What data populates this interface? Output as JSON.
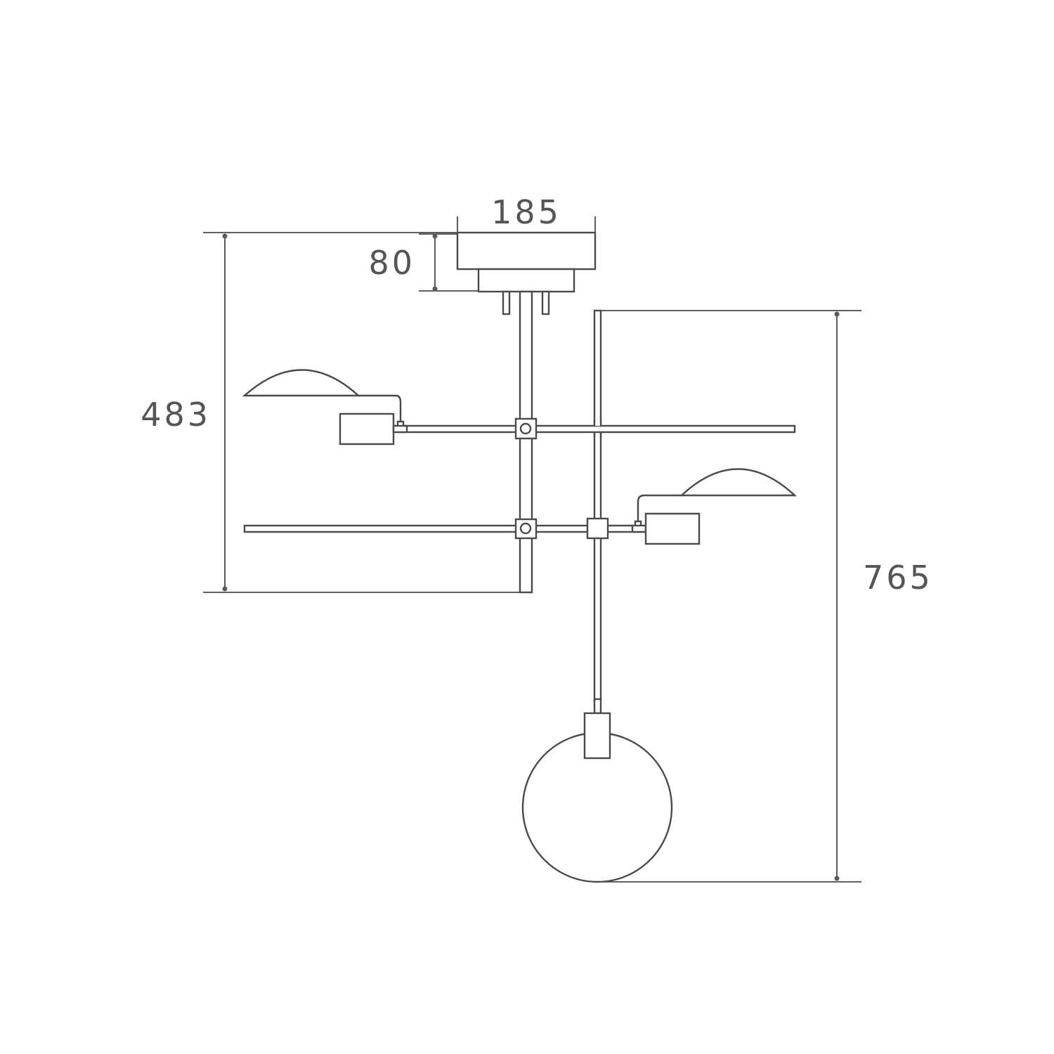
{
  "dimensions": {
    "canopy_width": "185",
    "canopy_height": "80",
    "upper_section_height": "483",
    "lower_section_height": "765"
  },
  "colors": {
    "line": "#4a4a4a",
    "text": "#555555",
    "background": "#ffffff"
  }
}
